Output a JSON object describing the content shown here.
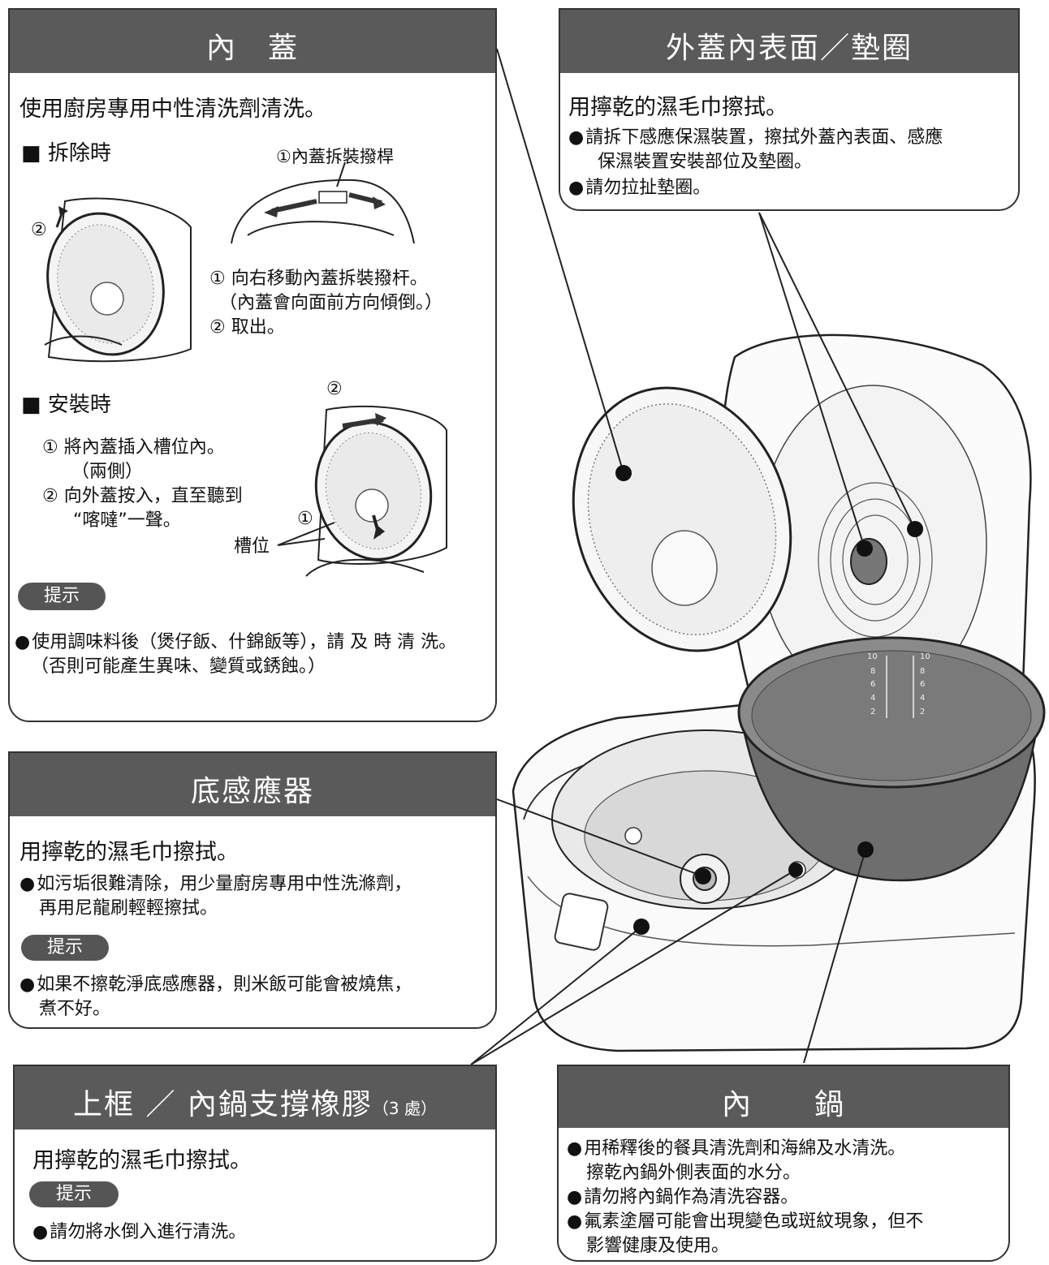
{
  "inner_lid": {
    "title": "內　蓋",
    "lead": "使用廚房專用中性清洗劑清洗。",
    "removal": {
      "header": "■ 拆除時",
      "callout_lever": "①內蓋拆裝撥桿",
      "num2": "②",
      "step1": "① 向右移動內蓋拆裝撥杆。",
      "step1_note": "（內蓋會向面前方向傾倒。）",
      "step2": "② 取出。"
    },
    "install": {
      "header": "■ 安裝時",
      "num2": "②",
      "num1": "①",
      "slot_label": "槽位",
      "step1": "① 將內蓋插入槽位內。",
      "step1_note": "（兩側）",
      "step2": "② 向外蓋按入，直至聽到",
      "step2_note": "“喀噠”一聲。"
    },
    "tip_label": "提示",
    "tip_line1": "使用調味料後（煲仔飯、什錦飯等），請 及 時 清 洗。",
    "tip_line2": "（否則可能產生異味、變質或銹蝕。）"
  },
  "outer_lid": {
    "title": "外蓋內表面／墊圈",
    "lead": "用擰乾的濕毛巾擦拭。",
    "bullet1_line1": "請拆下感應保濕裝置，擦拭外蓋內表面、感應",
    "bullet1_line2": "保濕裝置安裝部位及墊圈。",
    "bullet2": "請勿拉扯墊圈。"
  },
  "bottom_sensor": {
    "title": "底感應器",
    "lead": "用擰乾的濕毛巾擦拭。",
    "line1": "如污垢很難清除，用少量廚房專用中性洗滌劑，",
    "line2": "再用尼龍刷輕輕擦拭。",
    "tip_label": "提示",
    "tip_line1": "如果不擦乾淨底感應器，則米飯可能會被燒焦，",
    "tip_line2": "煮不好。"
  },
  "upper_frame": {
    "title": "上框 ／ 內鍋支撐橡膠",
    "title_note": "（3 處）",
    "lead": "用擰乾的濕毛巾擦拭。",
    "tip_label": "提示",
    "tip_line1": "請勿將水倒入進行清洗。"
  },
  "inner_pot": {
    "title": "內　　鍋",
    "line1": "用稀釋後的餐具清洗劑和海綿及水清洗。",
    "line2": "擦乾內鍋外側表面的水分。",
    "line3": "請勿將內鍋作為清洗容器。",
    "line4": "氟素塗層可能會出現變色或斑紋現象，但不",
    "line5": "影響健康及使用。"
  },
  "pot_scale": {
    "left_marks": [
      "10",
      "8",
      "6",
      "4",
      "2"
    ],
    "right_marks": [
      "10",
      "8",
      "6",
      "4",
      "2"
    ]
  },
  "colors": {
    "header_bg": "#5a5a5a",
    "border": "#333333"
  }
}
